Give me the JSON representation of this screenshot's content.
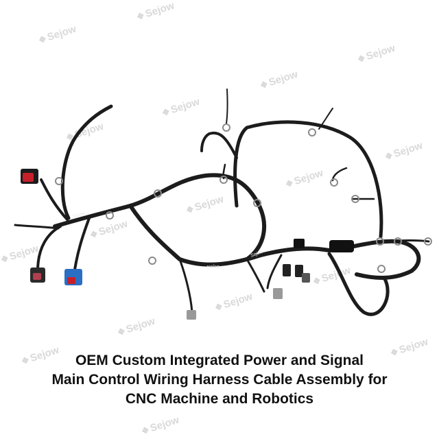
{
  "watermark": {
    "text": "Sejow"
  },
  "cable_labels": [
    "Sejow",
    "Sejow",
    "Sejow"
  ],
  "caption": {
    "line1": "OEM Custom Integrated Power and Signal",
    "line2": "Main Control Wiring Harness Cable Assembly for",
    "line3": "CNC Machine and Robotics"
  },
  "colors": {
    "cable": "#1c1c1c",
    "connector_red": "#c8202a",
    "connector_blue": "#2a6fc4",
    "terminal": "#8a8a8a",
    "watermark": "#d9d9d9"
  }
}
